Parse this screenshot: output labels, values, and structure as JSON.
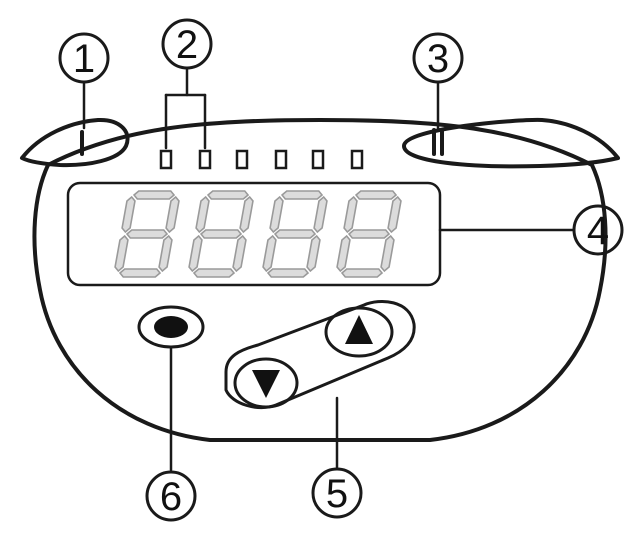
{
  "callouts": {
    "c1": "1",
    "c2": "2",
    "c3": "3",
    "c4": "4",
    "c5": "5",
    "c6": "6"
  },
  "buttons": {
    "set": {
      "icon": "filled-oval-icon"
    },
    "up": {
      "icon": "triangle-up-icon"
    },
    "down": {
      "icon": "triangle-down-icon"
    }
  },
  "display": {
    "digit_count": 4,
    "state": "all-segments-unlit",
    "led_count": 6
  },
  "colors": {
    "line": "#1a1a1a",
    "segment_fill": "#dcdcdc",
    "segment_stroke": "#9a9a9a",
    "background": "#ffffff"
  }
}
